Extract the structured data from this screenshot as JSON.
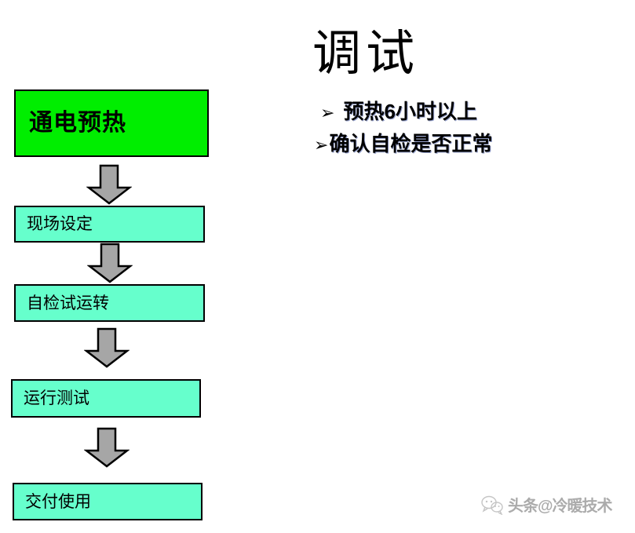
{
  "flowchart": {
    "steps": [
      {
        "label": "通电预热",
        "highlighted": true,
        "fill": "#00ee00"
      },
      {
        "label": "现场设定",
        "highlighted": false,
        "fill": "#66ffcc"
      },
      {
        "label": "自检试运转",
        "highlighted": false,
        "fill": "#66ffcc"
      },
      {
        "label": "运行测试",
        "highlighted": false,
        "fill": "#66ffcc"
      },
      {
        "label": "交付使用",
        "highlighted": false,
        "fill": "#66ffcc"
      }
    ],
    "arrow_fill": "#a6a6a6",
    "arrow_stroke": "#000000",
    "border_color": "#000000",
    "arrow_count": 4
  },
  "right_panel": {
    "title": "调试",
    "bullets": [
      {
        "marker": "➢",
        "text": "预热6小时以上"
      },
      {
        "marker": "➢",
        "text": "确认自检是否正常"
      }
    ]
  },
  "watermark": {
    "icon": "wechat-bubbles-icon",
    "text": "头条@冷暖技术"
  }
}
